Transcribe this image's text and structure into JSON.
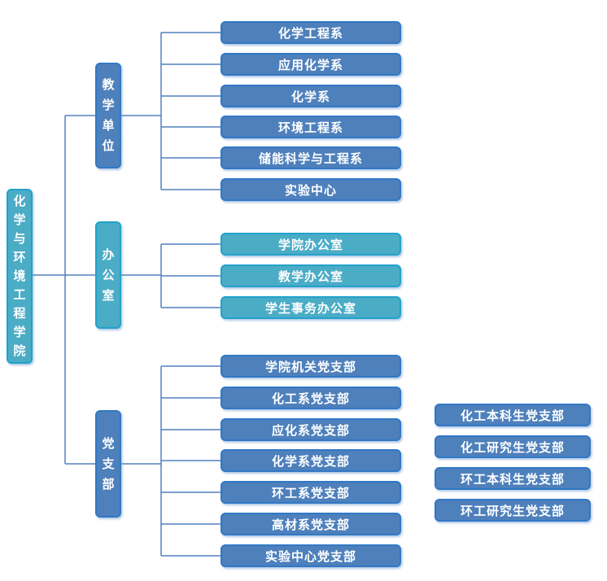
{
  "palette": {
    "blue_fill": "#4E80BC",
    "blue_border": "#3178C5",
    "teal_fill": "#4BACC6",
    "teal_border": "#22A2CB",
    "connector_line": "#5081BE",
    "text_color": "#FFFFFF",
    "background": "#FFFFFF"
  },
  "root": {
    "label": "化学与环境工程学院"
  },
  "groups": [
    {
      "label": "教学单位",
      "color": "blue",
      "children": [
        "化学工程系",
        "应用化学系",
        "化学系",
        "环境工程系",
        "储能科学与工程系",
        "实验中心"
      ]
    },
    {
      "label": "办公室",
      "color": "teal",
      "children": [
        "学院办公室",
        "教学办公室",
        "学生事务办公室"
      ]
    },
    {
      "label": "党支部",
      "color": "blue",
      "children": [
        "学院机关党支部",
        "化工系党支部",
        "应化系党支部",
        "化学系党支部",
        "环工系党支部",
        "高材系党支部",
        "实验中心党支部"
      ]
    }
  ],
  "detached": [
    "化工本科生党支部",
    "化工研究生党支部",
    "环工本科生党支部",
    "环工研究生党支部"
  ]
}
